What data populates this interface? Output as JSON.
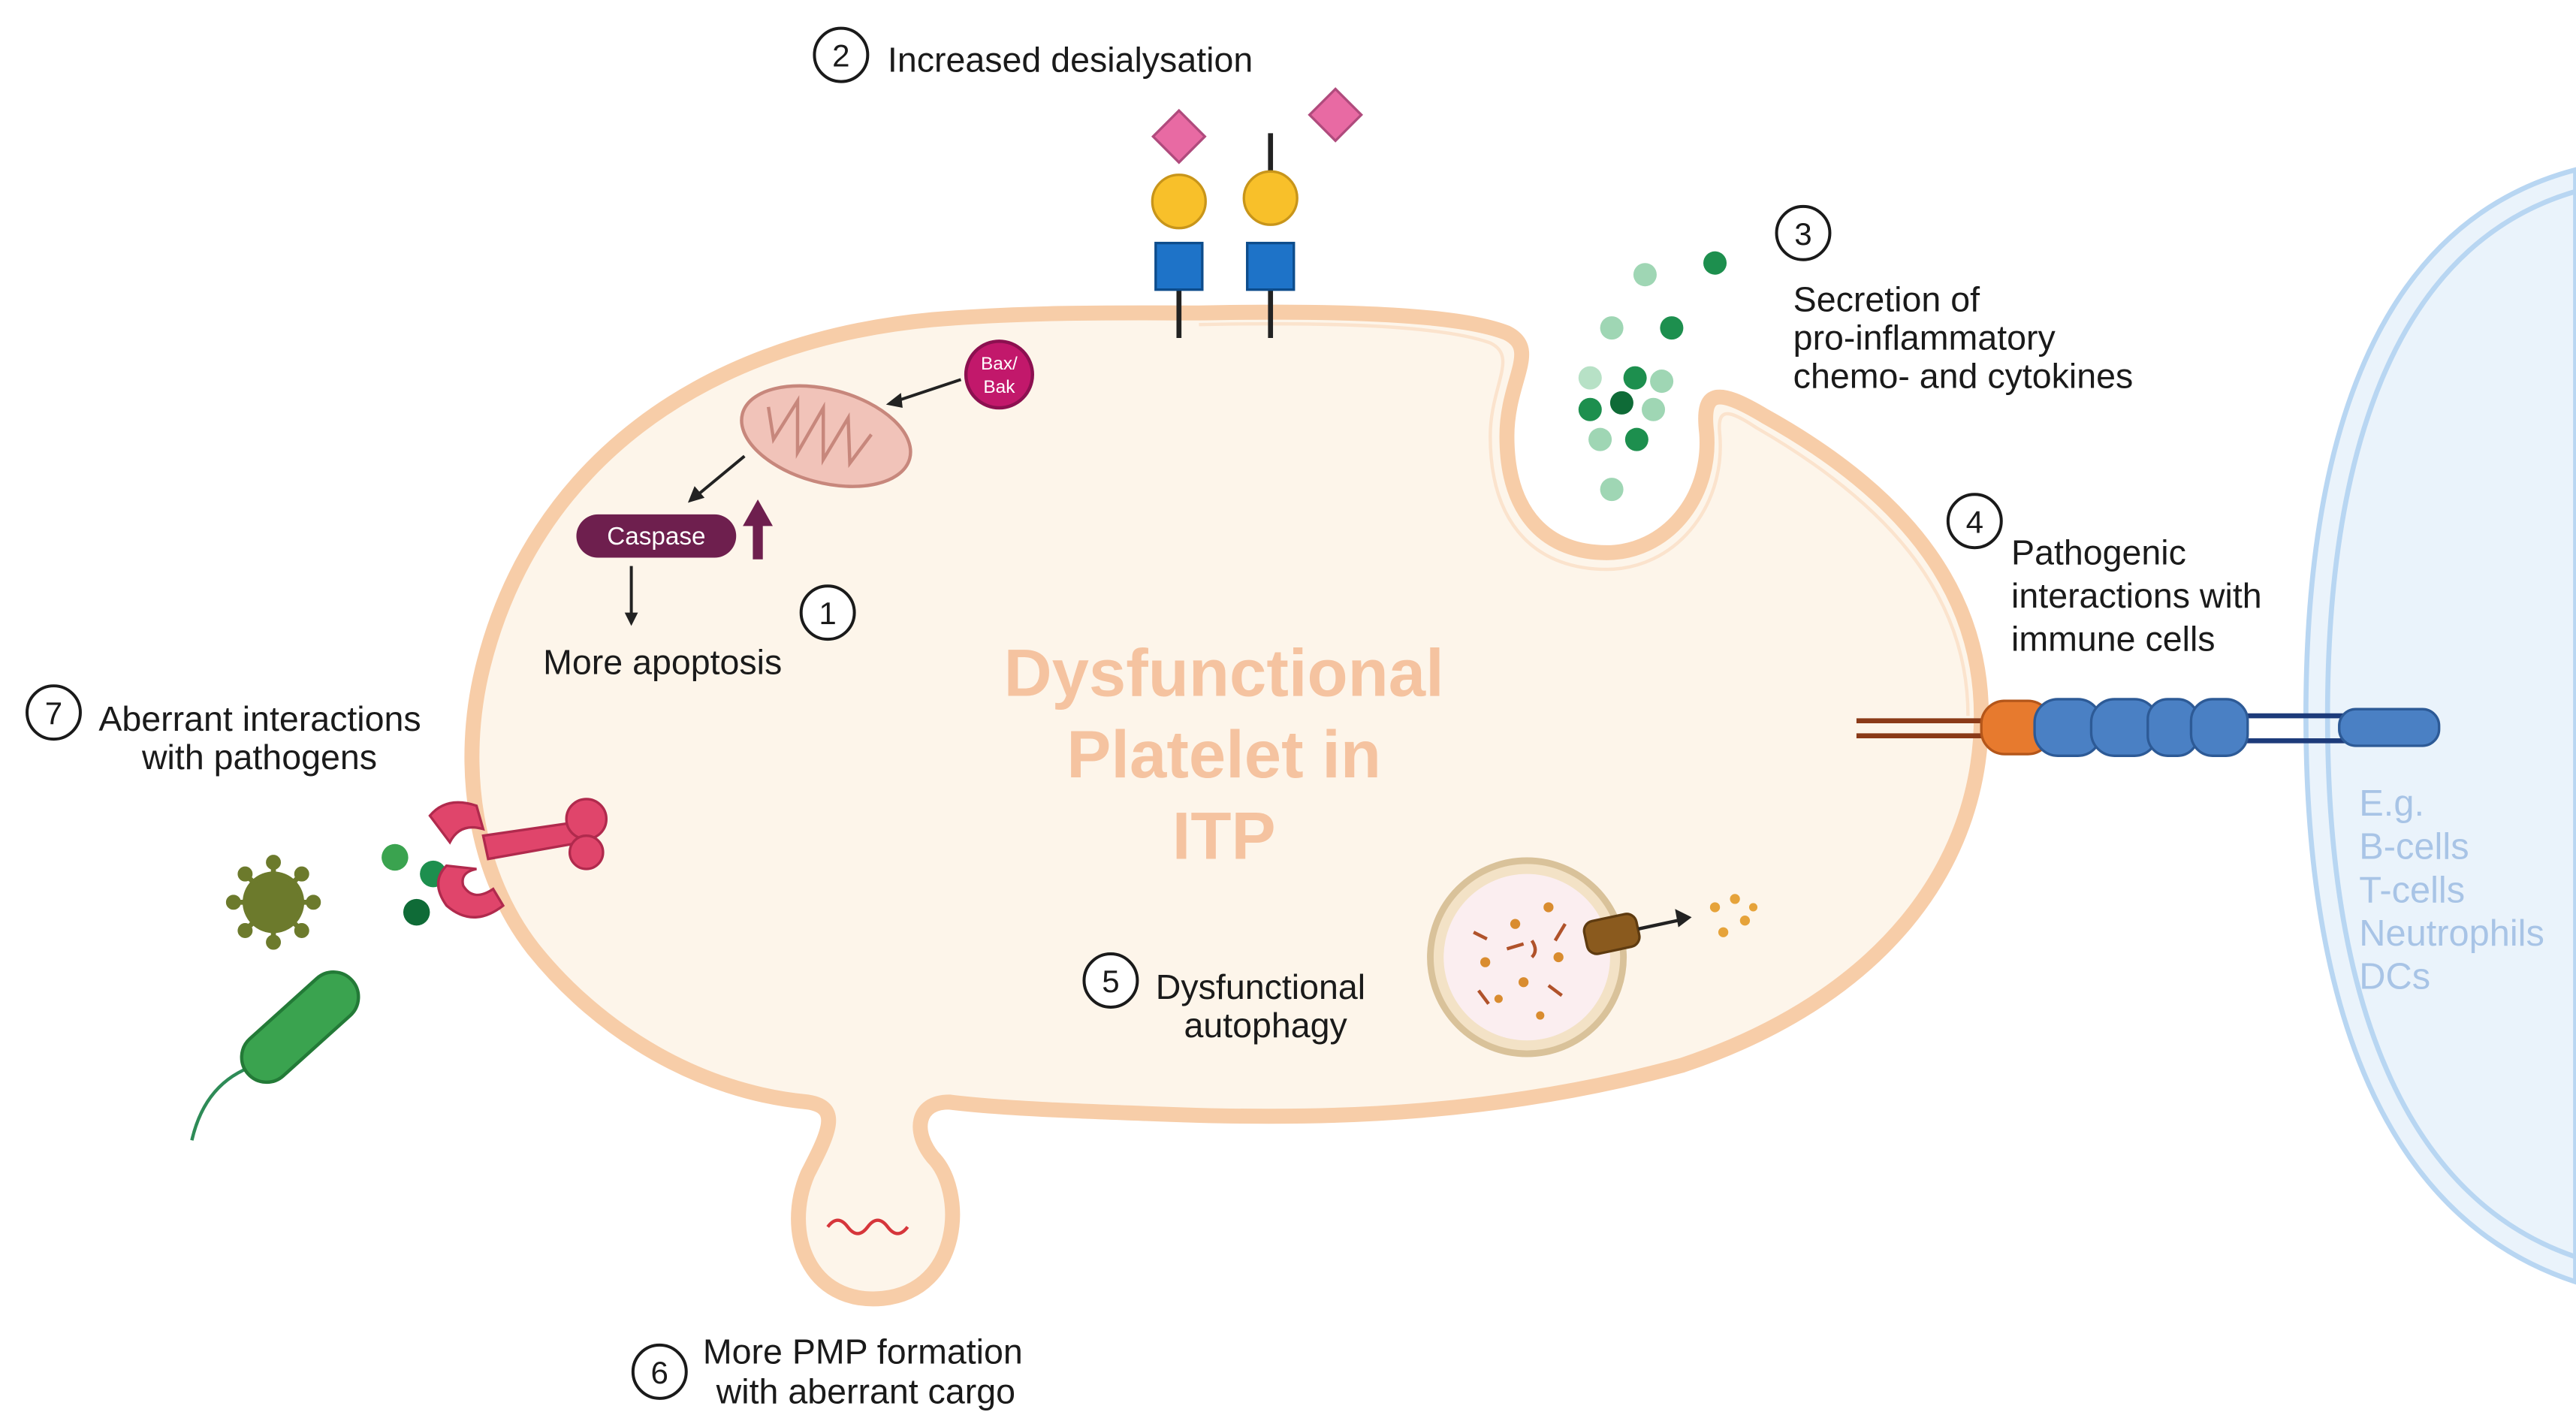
{
  "title": {
    "lines": [
      "Dysfunctional",
      "Platelet in",
      "ITP"
    ]
  },
  "steps": [
    {
      "number": "1",
      "lines": [
        "More apoptosis"
      ]
    },
    {
      "number": "2",
      "lines": [
        "Increased desialysation"
      ]
    },
    {
      "number": "3",
      "lines": [
        "Secretion of",
        "pro-inflammatory",
        "chemo- and cytokines"
      ]
    },
    {
      "number": "4",
      "lines": [
        "Pathogenic",
        "interactions with",
        "immune cells"
      ]
    },
    {
      "number": "5",
      "lines": [
        "Dysfunctional",
        "autophagy"
      ]
    },
    {
      "number": "6",
      "lines": [
        "More PMP formation",
        "with aberrant cargo"
      ]
    },
    {
      "number": "7",
      "lines": [
        "Aberrant interactions",
        "with pathogens"
      ]
    }
  ],
  "apoptosis": {
    "caspase_label": "Caspase",
    "bax_bak_label": [
      "Bax/",
      "Bak"
    ]
  },
  "immune_cell": {
    "lines": [
      "E.g.",
      "B-cells",
      "T-cells",
      "Neutrophils",
      "DCs"
    ]
  },
  "colors": {
    "platelet_fill": "#fdf5ea",
    "platelet_outline": "#f7cda8",
    "title_text": "#f5c3a0",
    "immune_cell_outline": "#b8d6f2",
    "immune_cell_fill": "#eaf3fb",
    "immune_text": "#a8c4e6",
    "sialic_diamond": "#e86aa3",
    "galactose_circle": "#f8c02a",
    "glcnac_square": "#1e73c8",
    "caspase": "#6e1f4e",
    "bax_bak": "#c2186b",
    "mitochondrion": "#e9a89e",
    "receptor_blue": "#4a80c4",
    "receptor_orange": "#e77a2e",
    "virus": "#6c7a2c",
    "bacterium": "#3aa34f",
    "pathogen_receptor": "#e0456b",
    "cytokine_dark": "#1d8f4e",
    "cytokine_light": "#9fd6b4"
  }
}
